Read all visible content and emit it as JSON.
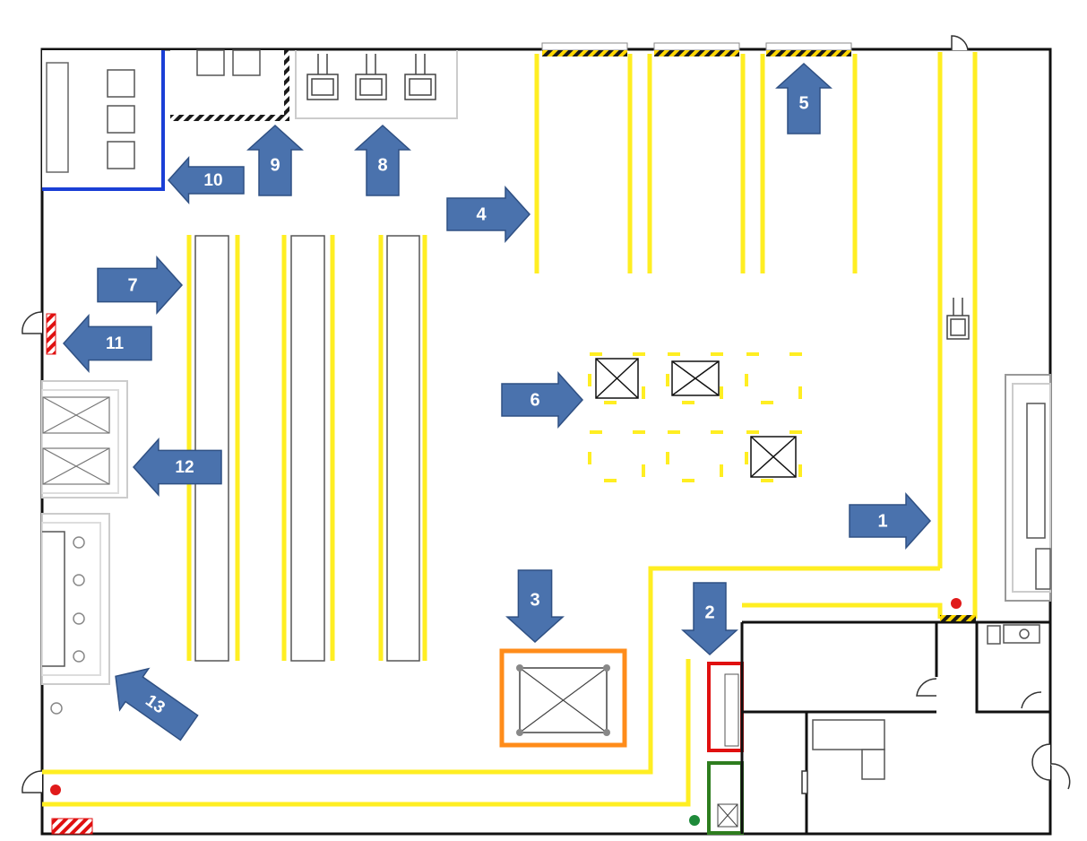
{
  "colors": {
    "walkway": "#ffee22",
    "hazard_black": "#1a1a1a",
    "hazard_yellow": "#ffd700",
    "wall": "#111111",
    "arrow_fill": "#4a72ad",
    "arrow_stroke": "#2f5083",
    "blue_zone": "#1a3fd6",
    "orange_zone": "#ff8c1a",
    "red_zone": "#e01010",
    "green_zone": "#2e7d1e",
    "extinguisher": "#e01a1a",
    "first_aid": "#1e8a3a"
  },
  "callouts": [
    {
      "label": "1",
      "icon": "arrow-right-icon"
    },
    {
      "label": "2",
      "icon": "arrow-down-icon"
    },
    {
      "label": "3",
      "icon": "arrow-down-icon"
    },
    {
      "label": "4",
      "icon": "arrow-right-icon"
    },
    {
      "label": "5",
      "icon": "arrow-up-icon"
    },
    {
      "label": "6",
      "icon": "arrow-right-icon"
    },
    {
      "label": "7",
      "icon": "arrow-right-icon"
    },
    {
      "label": "8",
      "icon": "arrow-up-icon"
    },
    {
      "label": "9",
      "icon": "arrow-up-icon"
    },
    {
      "label": "10",
      "icon": "arrow-left-icon"
    },
    {
      "label": "11",
      "icon": "arrow-left-icon"
    },
    {
      "label": "12",
      "icon": "arrow-left-icon"
    },
    {
      "label": "13",
      "icon": "arrow-diagonal-icon"
    }
  ]
}
